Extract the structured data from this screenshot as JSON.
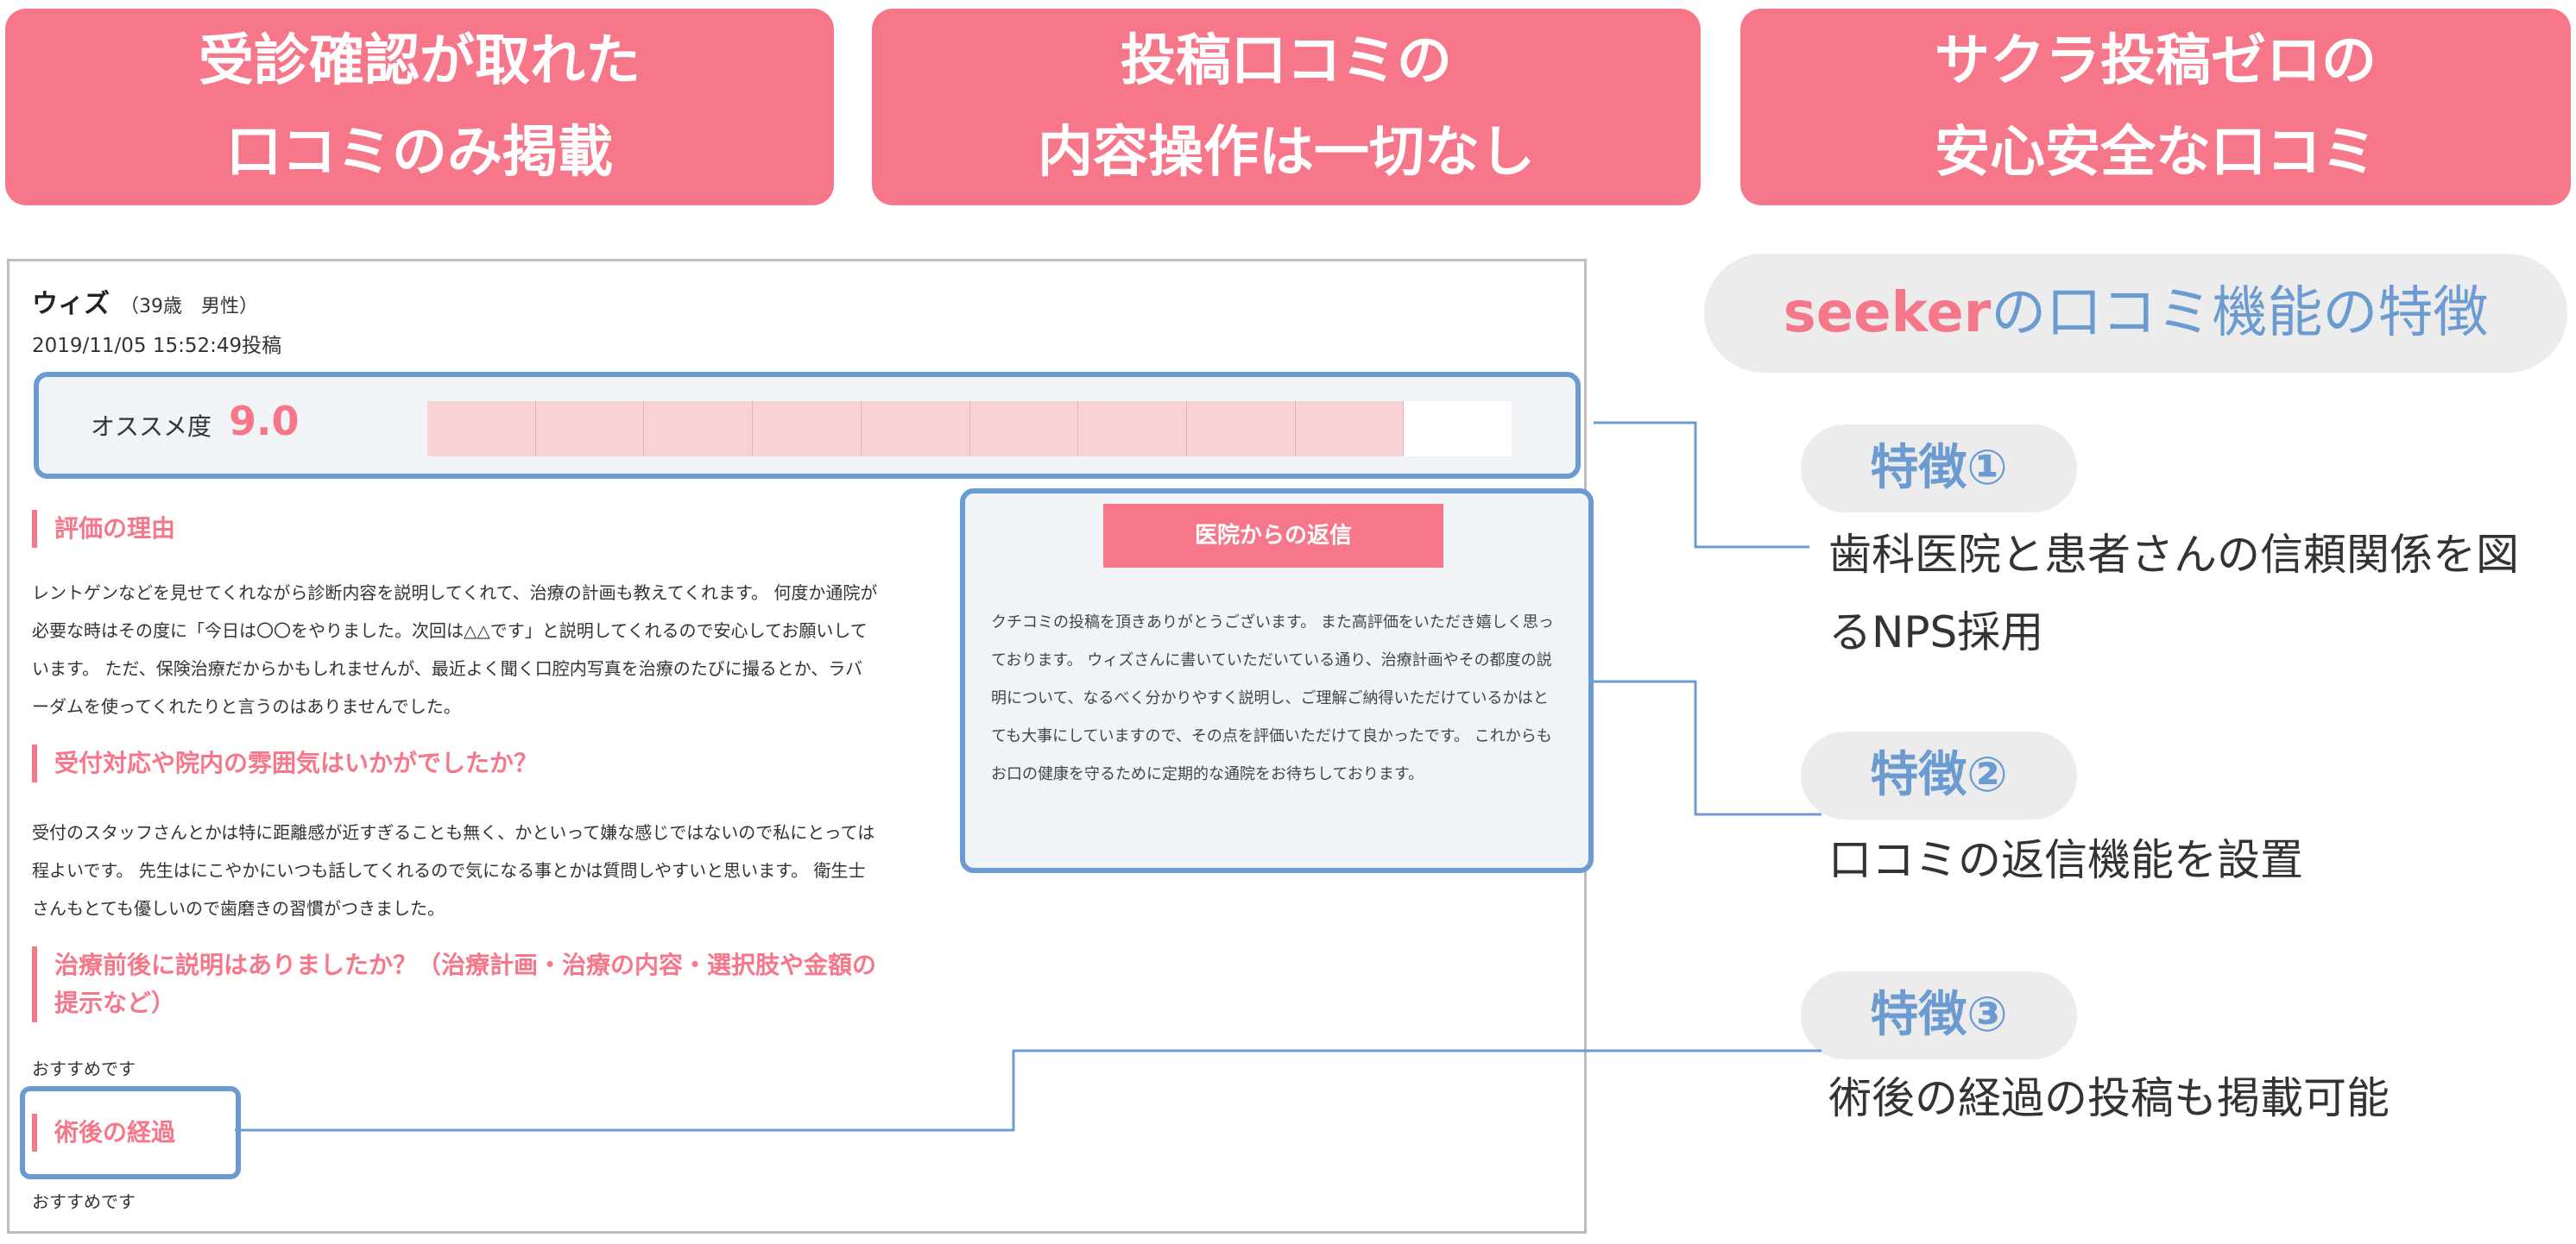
{
  "banners": [
    {
      "lines": [
        "受診確認が取れた",
        "口コミのみ掲載"
      ]
    },
    {
      "lines": [
        "投稿口コミの",
        "内容操作は一切なし"
      ]
    },
    {
      "lines": [
        "サクラ投稿ゼロの",
        "安心安全な口コミ"
      ]
    }
  ],
  "review": {
    "name": "ウィズ",
    "meta": "（39歳　男性）",
    "date": "2019/11/05 15:52:49投稿",
    "recommend_label": "オススメ度",
    "recommend_score": "9.0",
    "recommend_value": 9.0,
    "recommend_max": 10,
    "sections": [
      {
        "heading": "評価の理由",
        "body": "レントゲンなどを見せてくれながら診断内容を説明してくれて、治療の計画も教えてくれます。 何度か通院が必要な時はその度に「今日は〇〇をやりました。次回は△△です」と説明してくれるので安心してお願いしています。 ただ、保険治療だからかもしれませんが、最近よく聞く口腔内写真を治療のたびに撮るとか、ラバーダムを使ってくれたりと言うのはありませんでした。"
      },
      {
        "heading": "受付対応や院内の雰囲気はいかがでしたか？",
        "body": "受付のスタッフさんとかは特に距離感が近すぎることも無く、かといって嫌な感じではないので私にとっては程よいです。 先生はにこやかにいつも話してくれるので気になる事とかは質問しやすいと思います。 衛生士さんもとても優しいので歯磨きの習慣がつきました。"
      },
      {
        "heading": "治療前後に説明はありましたか？（治療計画・治療の内容・選択肢や金額の提示など）",
        "body": "おすすめです"
      },
      {
        "heading": "術後の経過",
        "body": "おすすめです"
      }
    ]
  },
  "reply": {
    "title": "医院からの返信",
    "body": "クチコミの投稿を頂きありがとうございます。 また高評価をいただき嬉しく思っております。 ウィズさんに書いていただいている通り、治療計画やその都度の説明について、なるべく分かりやすく説明し、ご理解ご納得いただけているかはとても大事にしていますので、その点を評価いただけて良かったです。 これからもお口の健康を守るために定期的な通院をお待ちしております。"
  },
  "features": {
    "title_brand": "seeker",
    "title_rest": "の口コミ機能の特徴",
    "items": [
      {
        "label": "特徴①",
        "desc": "歯科医院と患者さんの信頼関係を図るNPS採用"
      },
      {
        "label": "特徴②",
        "desc": "口コミの返信機能を設置"
      },
      {
        "label": "特徴③",
        "desc": "術後の経過の投稿も掲載可能"
      }
    ]
  },
  "colors": {
    "accent_pink": "#f6778a",
    "accent_blue": "#6b9bd1",
    "bar_fill": "#f9d2d6",
    "panel_bg": "#f1f4f7"
  }
}
